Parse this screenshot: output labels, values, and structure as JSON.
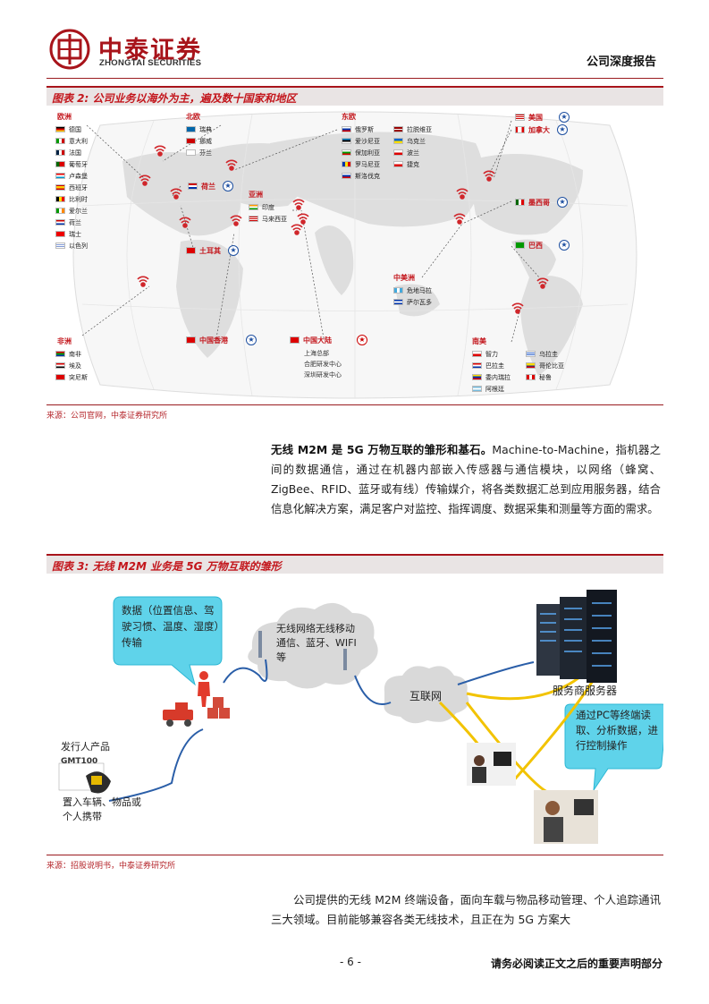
{
  "header": {
    "logo_cn": "中泰证券",
    "logo_en": "ZHONGTAI SECURITIES",
    "report_type": "公司深度报告"
  },
  "figure2": {
    "title": "图表 2: 公司业务以海外为主，遍及数十国家和地区",
    "source": "来源：公司官网，中泰证券研究所",
    "regions": {
      "europe": {
        "label": "欧洲",
        "countries": [
          "德国",
          "意大利",
          "法国",
          "葡萄牙",
          "卢森堡",
          "西班牙",
          "比利时",
          "爱尔兰",
          "荷兰",
          "瑞士",
          "以色列"
        ]
      },
      "nordic": {
        "label": "北欧",
        "countries": [
          "瑞典",
          "挪威",
          "芬兰"
        ]
      },
      "east_europe": {
        "label": "东欧",
        "countries_left": [
          "俄罗斯",
          "爱沙尼亚",
          "保加利亚",
          "罗马尼亚",
          "斯洛伐克"
        ],
        "countries_right": [
          "拉脱维亚",
          "乌克兰",
          "波兰",
          "捷克"
        ]
      },
      "asia": {
        "label": "亚洲",
        "countries": [
          "印度",
          "马来西亚"
        ]
      },
      "central_america": {
        "label": "中美洲",
        "countries": [
          "危地马拉",
          "萨尔瓦多"
        ]
      },
      "africa": {
        "label": "非洲",
        "countries": [
          "南非",
          "埃及",
          "突尼斯"
        ]
      },
      "south_america": {
        "label": "南美",
        "countries_left": [
          "智力",
          "巴拉圭",
          "委内瑞拉",
          "阿根廷"
        ],
        "countries_right": [
          "乌拉圭",
          "哥伦比亚",
          "秘鲁"
        ]
      }
    },
    "tags": {
      "netherlands": "荷兰",
      "turkey": "土耳其",
      "hongkong": "中国香港",
      "mainland": "中国大陆",
      "usa": "美国",
      "canada": "加拿大",
      "mexico": "墨西哥",
      "brazil": "巴西"
    },
    "mainland_sub": [
      "上海总部",
      "合肥研发中心",
      "深圳研发中心"
    ]
  },
  "paragraph1": {
    "bold": "无线 M2M 是 5G 万物互联的雏形和基石。",
    "text": "Machine-to-Machine，指机器之间的数据通信，通过在机器内部嵌入传感器与通信模块，以网络（蜂窝、ZigBee、RFID、蓝牙或有线）传输媒介，将各类数据汇总到应用服务器，结合信息化解决方案，满足客户对监控、指挥调度、数据采集和测量等方面的需求。"
  },
  "figure3": {
    "title": "图表 3: 无线 M2M 业务是 5G 万物互联的雏形",
    "source": "来源：招股说明书，中泰证券研究所",
    "bubble_left": "数据（位置信息、驾驶习惯、温度、湿度）传输",
    "cloud_wireless": "无线网络无线移动通信、蓝牙、WIFI等",
    "cloud_internet": "互联网",
    "server_label": "服务商服务器",
    "bubble_right": "通过PC等终端读取、分析数据，进行控制操作",
    "product_label": "发行人产品",
    "device_label": "GMT100",
    "install_label": "置入车辆、物品或个人携带"
  },
  "paragraph2": {
    "text": "公司提供的无线 M2M 终端设备，面向车载与物品移动管理、个人追踪通讯三大领域。目前能够兼容各类无线技术，且正在为 5G 方案大"
  },
  "footer": {
    "page": "- 6 -",
    "disclaimer": "请务必阅读正文之后的重要声明部分"
  },
  "colors": {
    "brand_red": "#a8141b",
    "star_blue": "#1d4fa0",
    "link_blue": "#2a5ea8"
  }
}
